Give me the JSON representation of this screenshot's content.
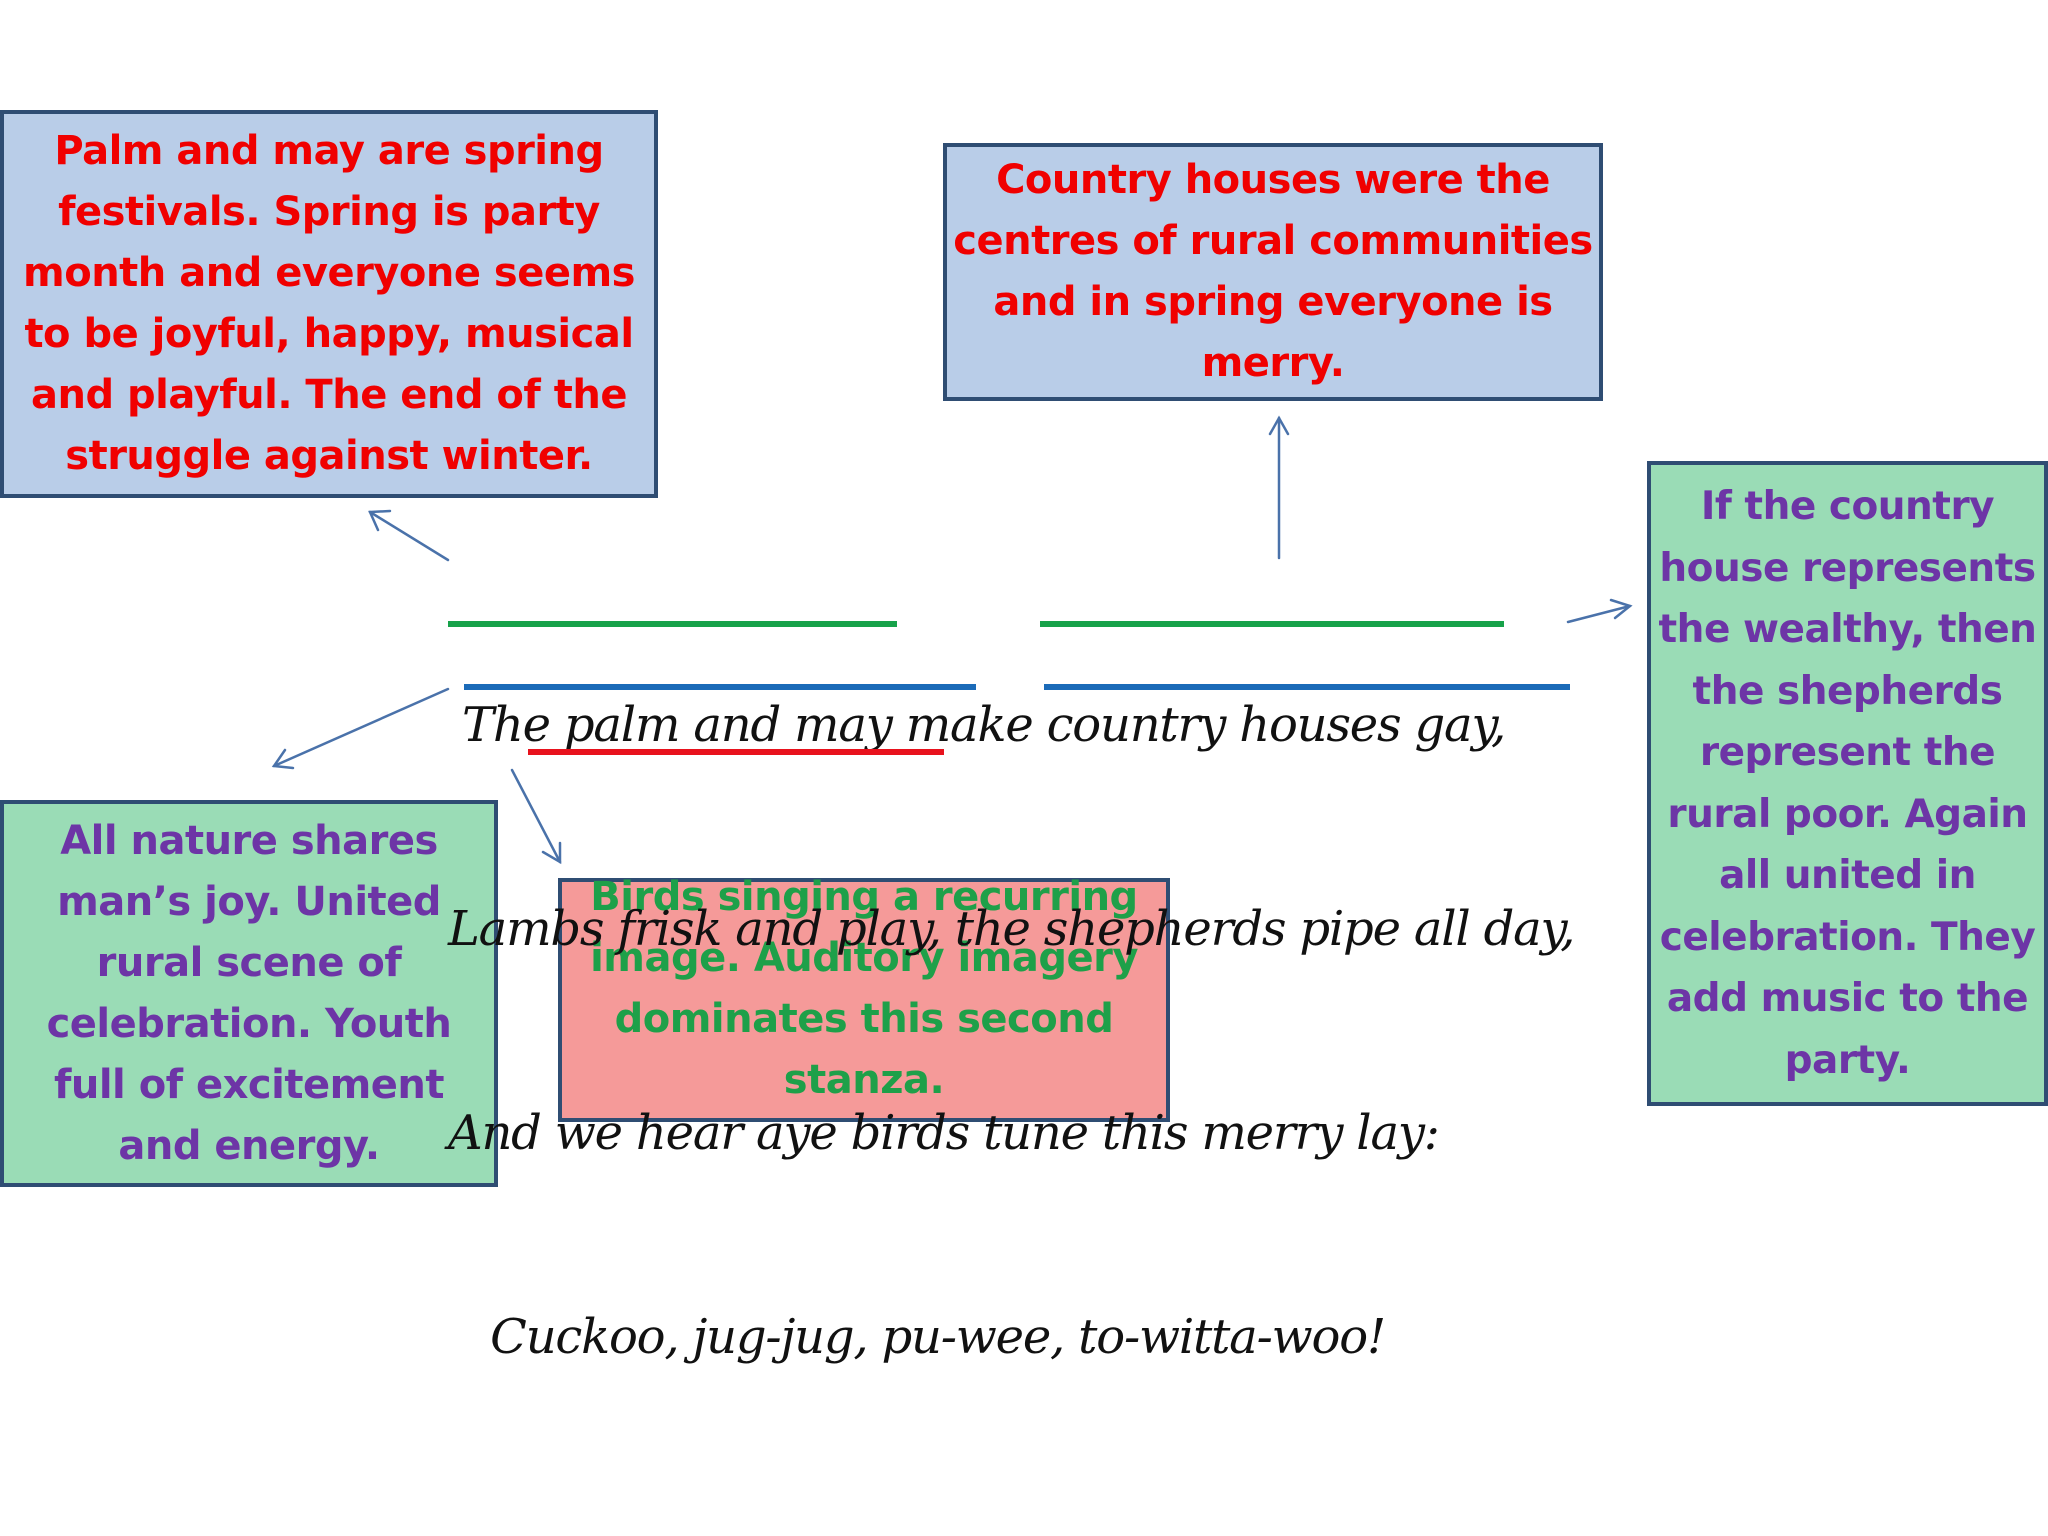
{
  "boxes": {
    "palm": "Palm and may are spring\nfestivals. Spring is party\nmonth and everyone seems\nto be joyful, happy, musical\nand playful. The end of the\nstruggle against winter.",
    "country": "Country houses were the\ncentres of rural communities\nand in spring everyone is\nmerry.",
    "wealthy": "If the country\nhouse represents\nthe wealthy, then\nthe shepherds\nrepresent the\nrural poor. Again\nall united in\ncelebration. They\nadd music to the\nparty.",
    "nature": "All nature shares\nman’s joy. United\nrural scene of\ncelebration. Youth\nfull of excitement\nand energy.",
    "birds": "Birds singing a recurring\nimage. Auditory imagery\ndominates this second\nstanza."
  },
  "poem": {
    "line1": " The palm and may make country houses gay,",
    "line2": "Lambs frisk and play, the shepherds pipe all day,",
    "line3": "And we hear aye birds tune this merry lay:",
    "line4": "   Cuckoo, jug-jug, pu-wee, to-witta-woo!"
  },
  "colors": {
    "blue_box": "#b9cde8",
    "green_box": "#9adcb6",
    "red_box": "#f59a99",
    "border": "#2f4d73",
    "arrow": "#4a72aa",
    "underline_green": "#17a24a",
    "underline_blue": "#1b6bb8",
    "underline_red": "#e8121d",
    "text_red": "#f00000",
    "text_purple": "#6d35a6",
    "text_green": "#1ea049"
  }
}
